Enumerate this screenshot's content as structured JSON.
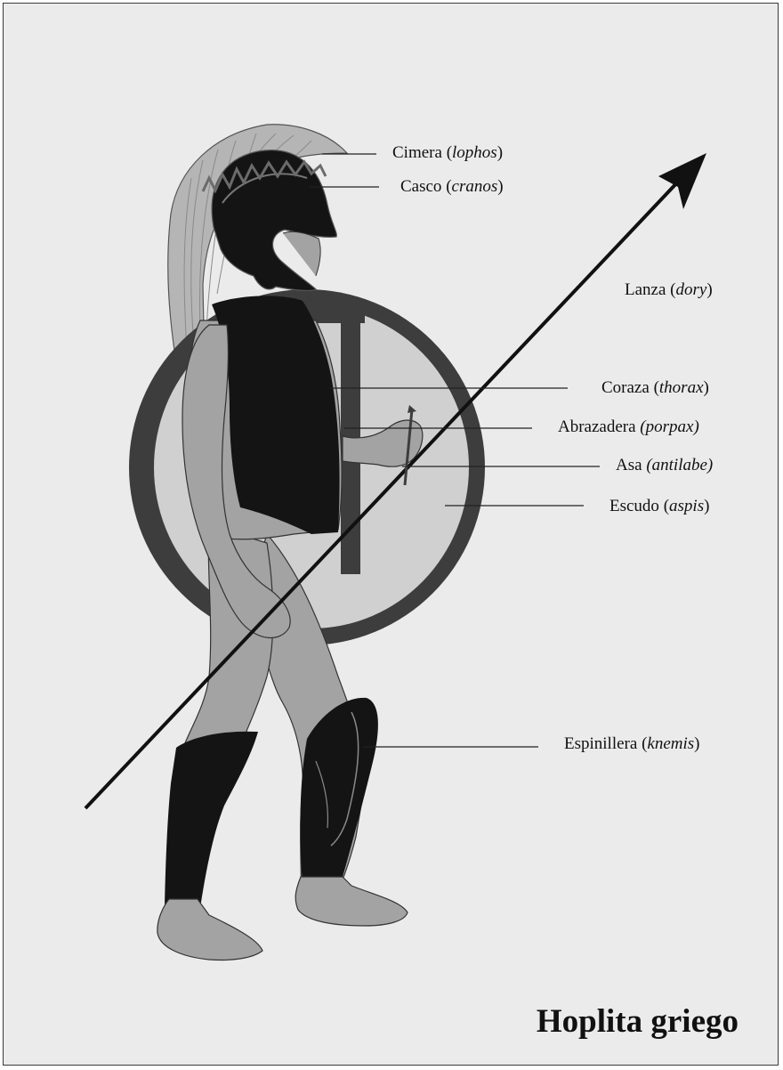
{
  "title": "Hoplita griego",
  "labels": {
    "cimera": {
      "term": "Cimera",
      "greek": "lophos"
    },
    "casco": {
      "term": "Casco",
      "greek": "cranos"
    },
    "lanza": {
      "term": "Lanza",
      "greek": "dory"
    },
    "coraza": {
      "term": "Coraza",
      "greek": "thorax"
    },
    "abrazadera": {
      "term": "Abrazadera",
      "greek": "porpax"
    },
    "asa": {
      "term": "Asa",
      "greek": "antilabe"
    },
    "escudo": {
      "term": "Escudo",
      "greek": "aspis"
    },
    "espinillera": {
      "term": "Espinillera",
      "greek": "knemis"
    }
  },
  "colors": {
    "background": "#ebebeb",
    "skin": "#a3a3a3",
    "armor": "#141414",
    "shield_face": "#cfcfcf",
    "shield_rim": "#3d3d3d",
    "crest": "#b5b5b5"
  }
}
